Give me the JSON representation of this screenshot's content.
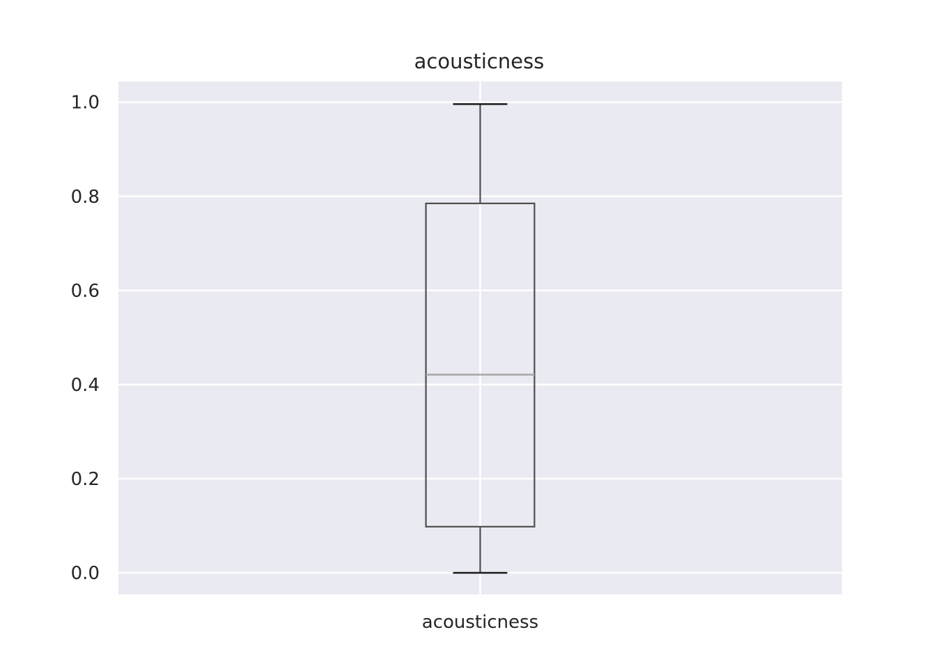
{
  "chart_data": {
    "type": "box",
    "title": "acousticness",
    "xlabel": "",
    "ylabel": "",
    "categories": [
      "acousticness"
    ],
    "boxes": [
      {
        "category": "acousticness",
        "whisker_low": 0.0,
        "q1": 0.098,
        "median": 0.421,
        "q3": 0.785,
        "whisker_high": 0.996
      }
    ],
    "ylim": [
      -0.046,
      1.044
    ],
    "yticks": [
      0.0,
      0.2,
      0.4,
      0.6,
      0.8,
      1.0
    ],
    "ytick_labels": [
      "0.0",
      "0.2",
      "0.4",
      "0.6",
      "0.8",
      "1.0"
    ],
    "grid": true,
    "colors": {
      "plot_background": "#EAEAF2",
      "grid": "#FFFFFF",
      "box_line": "#4D4D4D",
      "median_line": "#A6A6A6",
      "text": "#262626"
    }
  }
}
